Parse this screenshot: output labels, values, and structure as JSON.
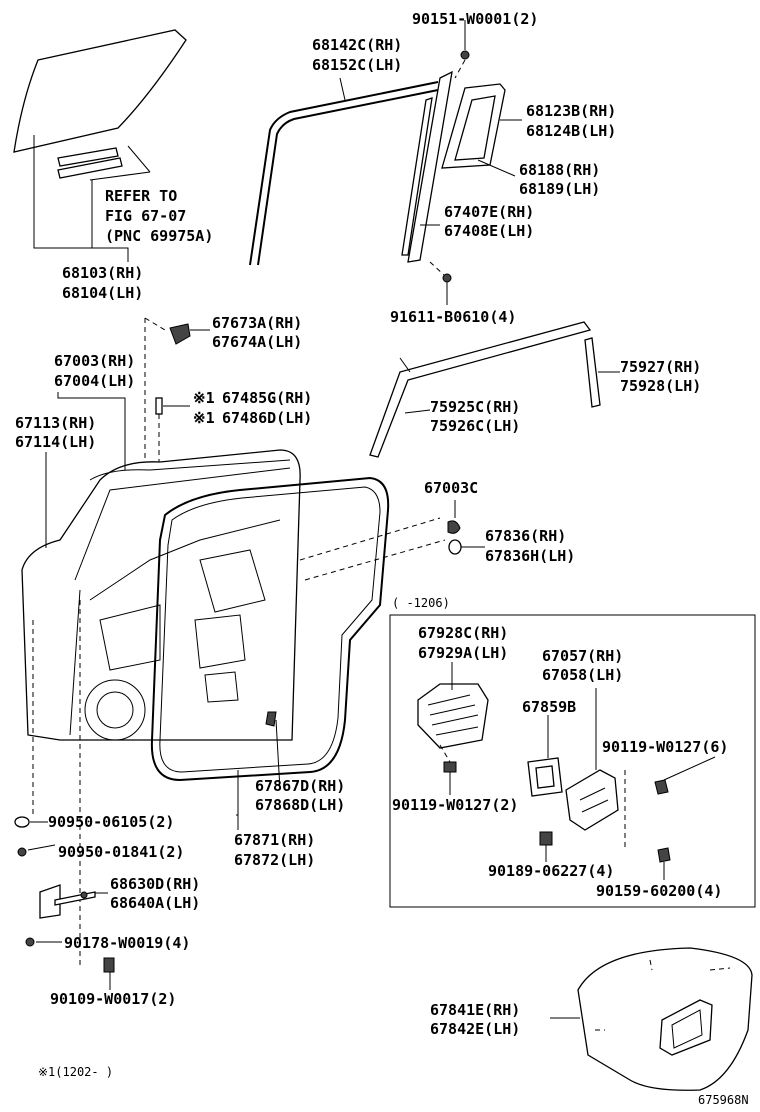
{
  "labels": {
    "p90151": "90151-W0001(2)",
    "p68142": "68142C(RH)",
    "p68152": "68152C(LH)",
    "p68123": "68123B(RH)",
    "p68124": "68124B(LH)",
    "p68188": "68188(RH)",
    "p68189": "68189(LH)",
    "p67407": "67407E(RH)",
    "p67408": "67408E(LH)",
    "refer1": "REFER TO",
    "refer2": "FIG 67-07",
    "refer3": "(PNC 69975A)",
    "p68103": "68103(RH)",
    "p68104": "68104(LH)",
    "p91611": "91611-B0610(4)",
    "p67673": "67673A(RH)",
    "p67674": "67674A(LH)",
    "p67003": "67003(RH)",
    "p67004": "67004(LH)",
    "p75927": "75927(RH)",
    "p75928": "75928(LH)",
    "mark1": "※1",
    "p67485": "67485G(RH)",
    "mark2": "※1",
    "p67486": "67486D(LH)",
    "p67113": "67113(RH)",
    "p67114": "67114(LH)",
    "p75925": "75925C(RH)",
    "p75926": "75926C(LH)",
    "p67003c": "67003C",
    "p67836": "67836(RH)",
    "p67836h": "67836H(LH)",
    "inset_range": "(    -1206)",
    "p67928": "67928C(RH)",
    "p67929": "67929A(LH)",
    "p67057": "67057(RH)",
    "p67058": "67058(LH)",
    "p67859": "67859B",
    "p90119a": "90119-W0127(6)",
    "p90119b": "90119-W0127(2)",
    "p90189": "90189-06227(4)",
    "p90159": "90159-60200(4)",
    "p67867": "67867D(RH)",
    "p67868": "67868D(LH)",
    "p67871": "67871(RH)",
    "p67872": "67872(LH)",
    "p90950a": "90950-06105(2)",
    "p90950b": "90950-01841(2)",
    "p68630": "68630D(RH)",
    "p68640": "68640A(LH)",
    "p90178": "90178-W0019(4)",
    "p90109": "90109-W0017(2)",
    "p67841": "67841E(RH)",
    "p67842": "67842E(LH)",
    "footnote": "※1(1202-    )",
    "figno": "675968N"
  }
}
